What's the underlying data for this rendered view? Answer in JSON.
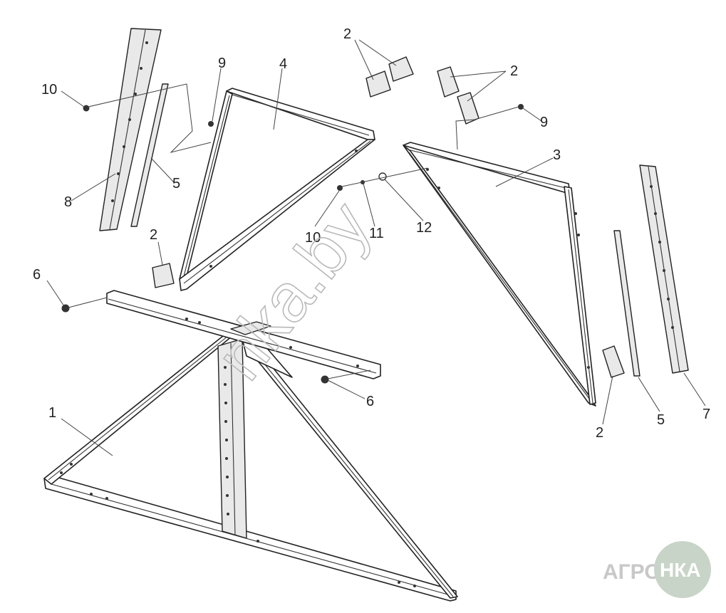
{
  "callouts": [
    "1",
    "2",
    "3",
    "4",
    "5",
    "6",
    "7",
    "8",
    "9",
    "10",
    "11",
    "12"
  ],
  "watermark": "nka.by",
  "logo": {
    "left_text": "АГРО",
    "right_text": "НКА",
    "colors": {
      "text": "#c8c8c8",
      "circle": "#c9d4c9"
    }
  },
  "colors": {
    "line": "#222222",
    "fill": "#e9e9e9",
    "watermark": "#b9b9b9"
  }
}
